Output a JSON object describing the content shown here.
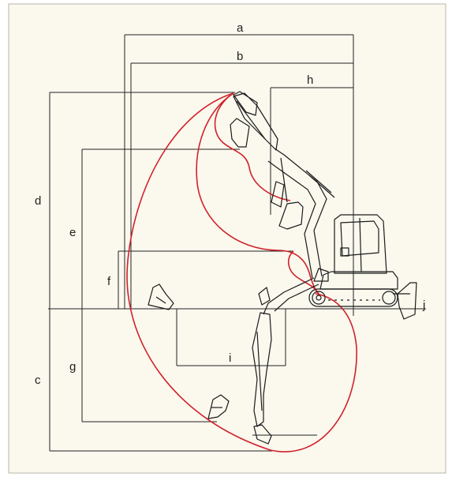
{
  "diagram": {
    "colors": {
      "panel_fill": "#fbf8ee",
      "panel_border": "#b9b5aa",
      "dimension_line": "#222222",
      "range_curve": "#d0222a",
      "machine_stroke": "#1b1b1b"
    },
    "labels": {
      "a": "a",
      "b": "b",
      "c": "c",
      "d": "d",
      "e": "e",
      "f": "f",
      "g": "g",
      "h": "h",
      "i": "i",
      "j": "j"
    }
  }
}
